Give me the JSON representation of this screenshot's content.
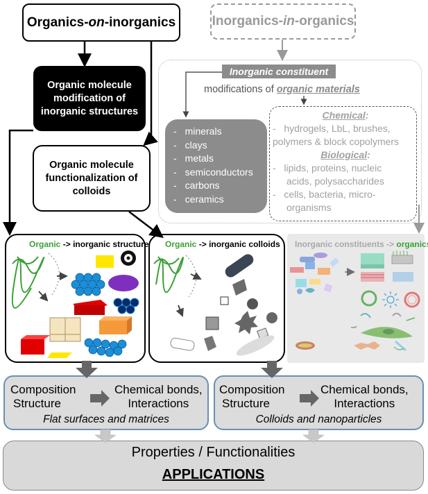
{
  "top_left": {
    "prefix": "Organics-",
    "em": "on",
    "suffix": "-inorganics"
  },
  "top_right": {
    "prefix": "Inorganics-",
    "em": "in",
    "suffix": "-organics"
  },
  "black_box": {
    "line1": "Organic molecule",
    "line2": "modification of",
    "line3": "inorganic structures"
  },
  "white_box": {
    "line1": "Organic molecule",
    "line2": "functionalization of",
    "line3": "colloids"
  },
  "inorganic_constituent": {
    "label": "Inorganic constituent",
    "modifications_prefix": "modifications of ",
    "modifications_em": "organic materials",
    "minerals": [
      "minerals",
      "clays",
      "metals",
      "semiconductors",
      "carbons",
      "ceramics"
    ],
    "chemical_heading": "Chemical",
    "chemical_items": [
      "hydrogels, LbL, brushes,",
      "polymers & block copolymers"
    ],
    "biological_heading": "Biological",
    "biological_items": [
      "lipids, proteins, nucleic",
      "acids, polysaccharides",
      "cells, bacteria, micro-",
      "organisms"
    ],
    "colon": ":",
    "dash": "-"
  },
  "panels": {
    "left": {
      "organic": "Organic",
      "arrow": "->",
      "rest": "inorganic structures"
    },
    "mid": {
      "organic": "Organic",
      "arrow": "->",
      "rest": "inorganic colloids"
    },
    "right": {
      "prefix": "Inorganic constituents ->",
      "organic": "organics"
    }
  },
  "flow_left": {
    "line1": "Composition",
    "line2": "Structure",
    "right1": "Chemical bonds,",
    "right2": "Interactions",
    "caption": "Flat surfaces and matrices"
  },
  "flow_right": {
    "line1": "Composition",
    "line2": "Structure",
    "right1": "Chemical bonds,",
    "right2": "Interactions",
    "caption": "Colloids and nanoparticles"
  },
  "bottom": {
    "line1": "Properties / Functionalities",
    "line2": "APPLICATIONS"
  },
  "colors": {
    "accent_green": "#3aa035",
    "flow_border": "#6a8fb3",
    "grey_box": "#8c8c8c",
    "cyan_blue": "#1a8fd8"
  }
}
